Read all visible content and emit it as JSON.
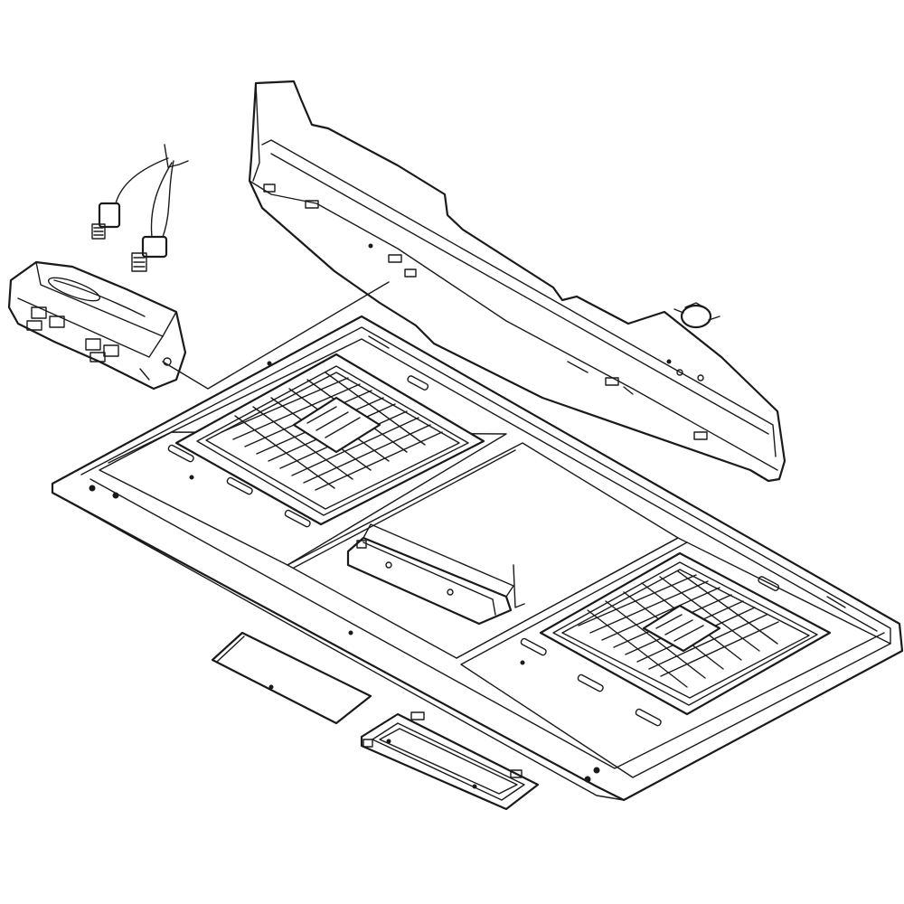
{
  "figure": {
    "kind": "exploded-parts-diagram",
    "text_labels": [],
    "colors": {
      "line": "#1a1a1a",
      "background": "#ffffff"
    }
  },
  "parts": [
    {
      "id": "rear-panel"
    },
    {
      "id": "thermostat"
    },
    {
      "id": "lamp-sockets-harness"
    },
    {
      "id": "lamp-housing"
    },
    {
      "id": "base-panel"
    },
    {
      "id": "vent-grille-left"
    },
    {
      "id": "vent-grille-right"
    },
    {
      "id": "center-bracket"
    },
    {
      "id": "filter-cover"
    },
    {
      "id": "access-bracket"
    }
  ]
}
